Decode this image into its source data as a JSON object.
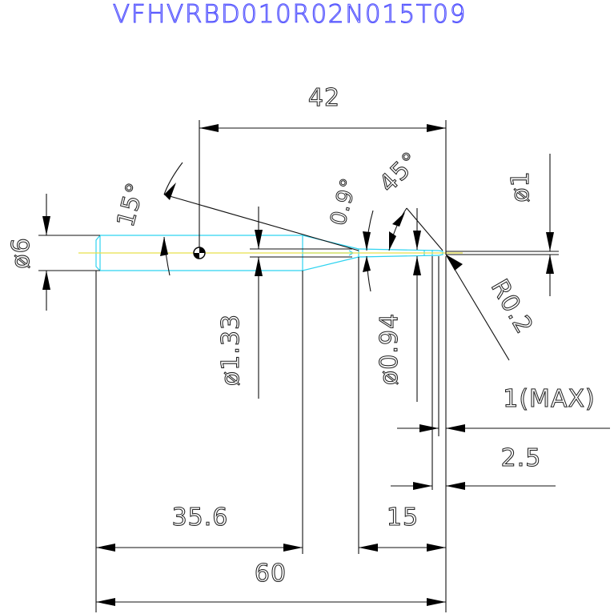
{
  "part_code": "VFHVRBD010R02N015T09",
  "dimensions": {
    "overall_length": "60",
    "body_length": "35.6",
    "reach_length": "15",
    "length_42": "42",
    "length_2_5": "2.5",
    "flute_length_max": "1(MAX)",
    "shank_diameter": "ø6",
    "neck_diameter": "ø1.33",
    "reach_diameter": "ø0.94",
    "tool_diameter": "ø1",
    "corner_radius": "R0.2",
    "taper_angle": "15°",
    "taper_angle_small": "0.9°",
    "chamfer_angle": "45°"
  },
  "colors": {
    "title": "#4d4dff",
    "outline": "#2ed3f0",
    "centerline": "#e8e04a",
    "dimension": "#111111"
  }
}
